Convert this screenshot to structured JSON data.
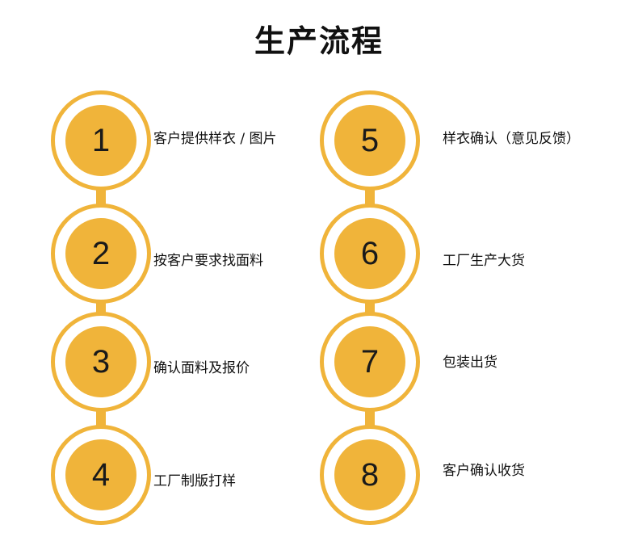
{
  "title": "生产流程",
  "colors": {
    "accent": "#F0B43A",
    "text": "#111111",
    "background": "#ffffff"
  },
  "left_steps": [
    {
      "number": "1",
      "label": "客户提供样衣 / 图片"
    },
    {
      "number": "2",
      "label": "按客户要求找面料"
    },
    {
      "number": "3",
      "label": "确认面料及报价"
    },
    {
      "number": "4",
      "label": "工厂制版打样"
    }
  ],
  "right_steps": [
    {
      "number": "5",
      "label": "样衣确认（意见反馈）"
    },
    {
      "number": "6",
      "label": "工厂生产大货"
    },
    {
      "number": "7",
      "label": "包装出货"
    },
    {
      "number": "8",
      "label": "客户确认收货"
    }
  ]
}
